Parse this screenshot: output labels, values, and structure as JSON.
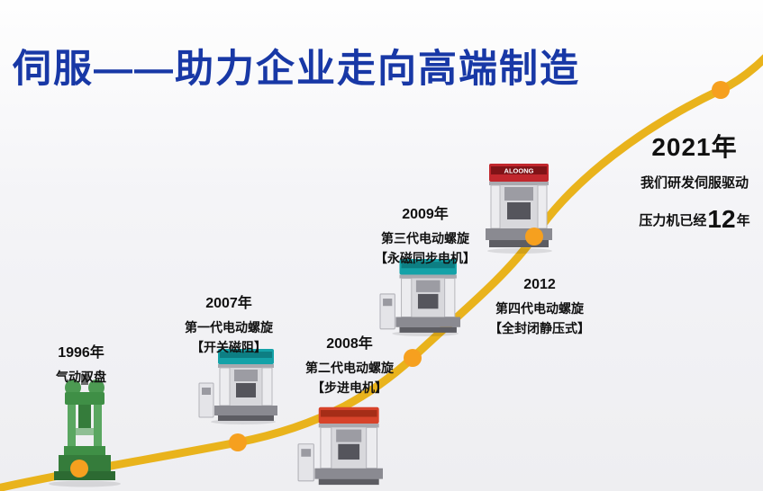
{
  "title": "伺服——助力企业走向高端制造",
  "machine_brand": "ALOONG",
  "colors": {
    "title_blue": "#1838a6",
    "curve_gold": "#e9b31c",
    "dot_orange": "#f6a01f",
    "text_black": "#111111"
  },
  "milestones": [
    {
      "year": "1996年",
      "name": "气动双盘"
    },
    {
      "year": "2007年",
      "name": "第一代电动螺旋",
      "spec": "【开关磁阻】"
    },
    {
      "year": "2008年",
      "name": "第二代电动螺旋",
      "spec": "【步进电机】"
    },
    {
      "year": "2009年",
      "name": "第三代电动螺旋",
      "spec": "【永磁同步电机】"
    },
    {
      "year": "2012",
      "name": "第四代电动螺旋",
      "spec": "【全封闭静压式】"
    },
    {
      "year": "2021年",
      "line1": "我们研发伺服驱动",
      "line2_prefix": "压力机已经",
      "years_count": "12",
      "line2_suffix": "年"
    }
  ]
}
